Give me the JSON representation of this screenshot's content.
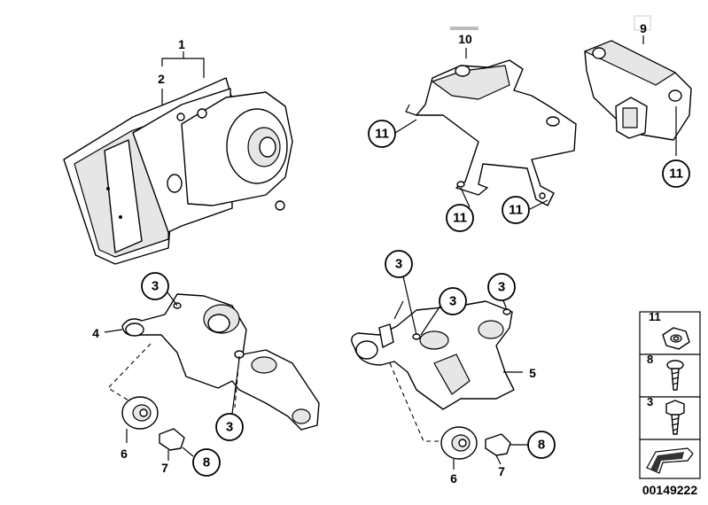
{
  "diagram": {
    "part_numbers": {
      "p1": "1",
      "p2": "2",
      "p3": "3",
      "p4": "4",
      "p5": "5",
      "p6": "6",
      "p7": "7",
      "p8": "8",
      "p9": "9",
      "p10": "10",
      "p11": "11"
    },
    "legend": {
      "items": [
        "11",
        "8",
        "3"
      ]
    },
    "drawing_number": "00149222"
  }
}
